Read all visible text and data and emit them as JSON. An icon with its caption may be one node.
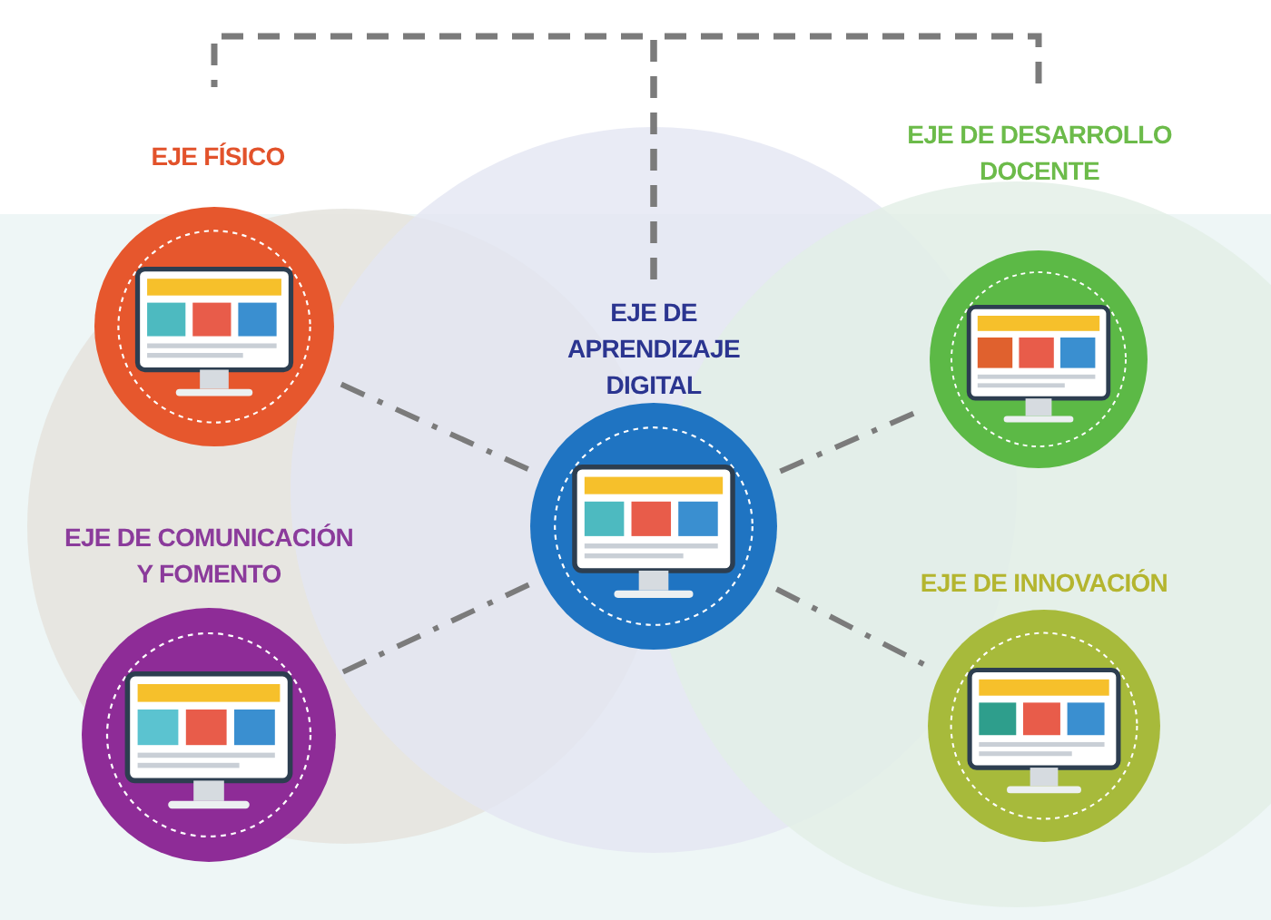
{
  "diagram": {
    "nodes": [
      {
        "text": [
          "EJE DE APRENDIZAJE DIGITAL"
        ]
      },
      {
        "text": [
          "EJE FÍSICO"
        ]
      },
      {
        "text": [
          "EJE DE DESARROLLO DOCENTE"
        ]
      },
      {
        "text": [
          "EJE DE COMUNICACIÓN Y FOMENTO"
        ]
      },
      {
        "text": [
          "EJE DE INNOVACIÓN"
        ]
      }
    ],
    "edges": [
      {
        "from": 0,
        "to": 1,
        "arrow": "none"
      },
      {
        "from": 0,
        "to": 2,
        "arrow": "none"
      },
      {
        "from": 0,
        "to": 3,
        "arrow": "none"
      },
      {
        "from": 0,
        "to": 4,
        "arrow": "none"
      },
      {
        "from": 0,
        "to": 1,
        "arrow": "none",
        "style": "dashed"
      },
      {
        "from": 0,
        "to": 2,
        "arrow": "none",
        "style": "dashed"
      }
    ]
  }
}
